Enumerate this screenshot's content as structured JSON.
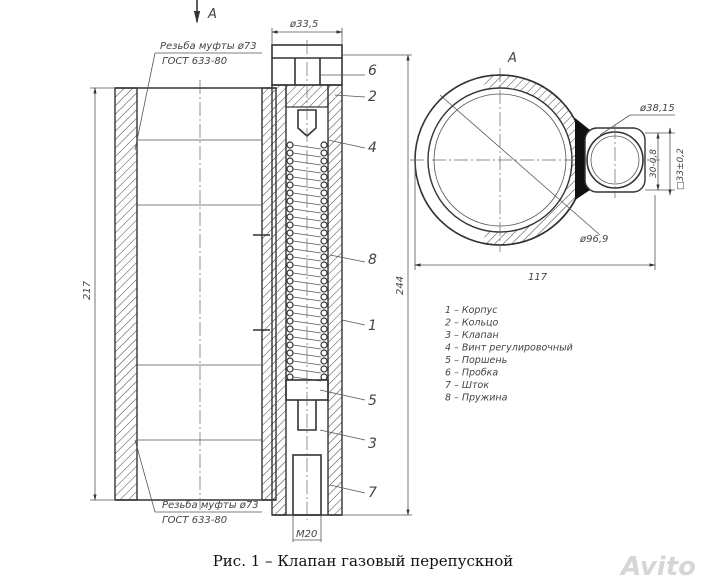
{
  "view_label": "A",
  "thread_top": {
    "line1": "Резьба муфты ø73",
    "line2": "ГОСТ 633-80"
  },
  "thread_bottom": {
    "line1": "Резьба муфты ø73",
    "line2": "ГОСТ 633-80"
  },
  "dimensions": {
    "body_diameter": "ø33,5",
    "pipe_length": "217",
    "valve_length": "244",
    "bottom_thread": "М20",
    "ring_diameter": "ø96,9",
    "width": "117",
    "boss_diameter": "ø38,15",
    "boss_height": "30-0,8",
    "square": "□33±0,2"
  },
  "callouts": [
    "6",
    "2",
    "4",
    "8",
    "1",
    "5",
    "3",
    "7"
  ],
  "legend": [
    "1 – Корпус",
    "2 – Кольцо",
    "3 – Клапан",
    "4 – Винт регулировочный",
    "5 – Поршень",
    "6 – Пробка",
    "7 – Шток",
    "8 – Пружина"
  ],
  "caption": "Рис. 1 – Клапан газовый перепускной",
  "watermark": "Avito"
}
